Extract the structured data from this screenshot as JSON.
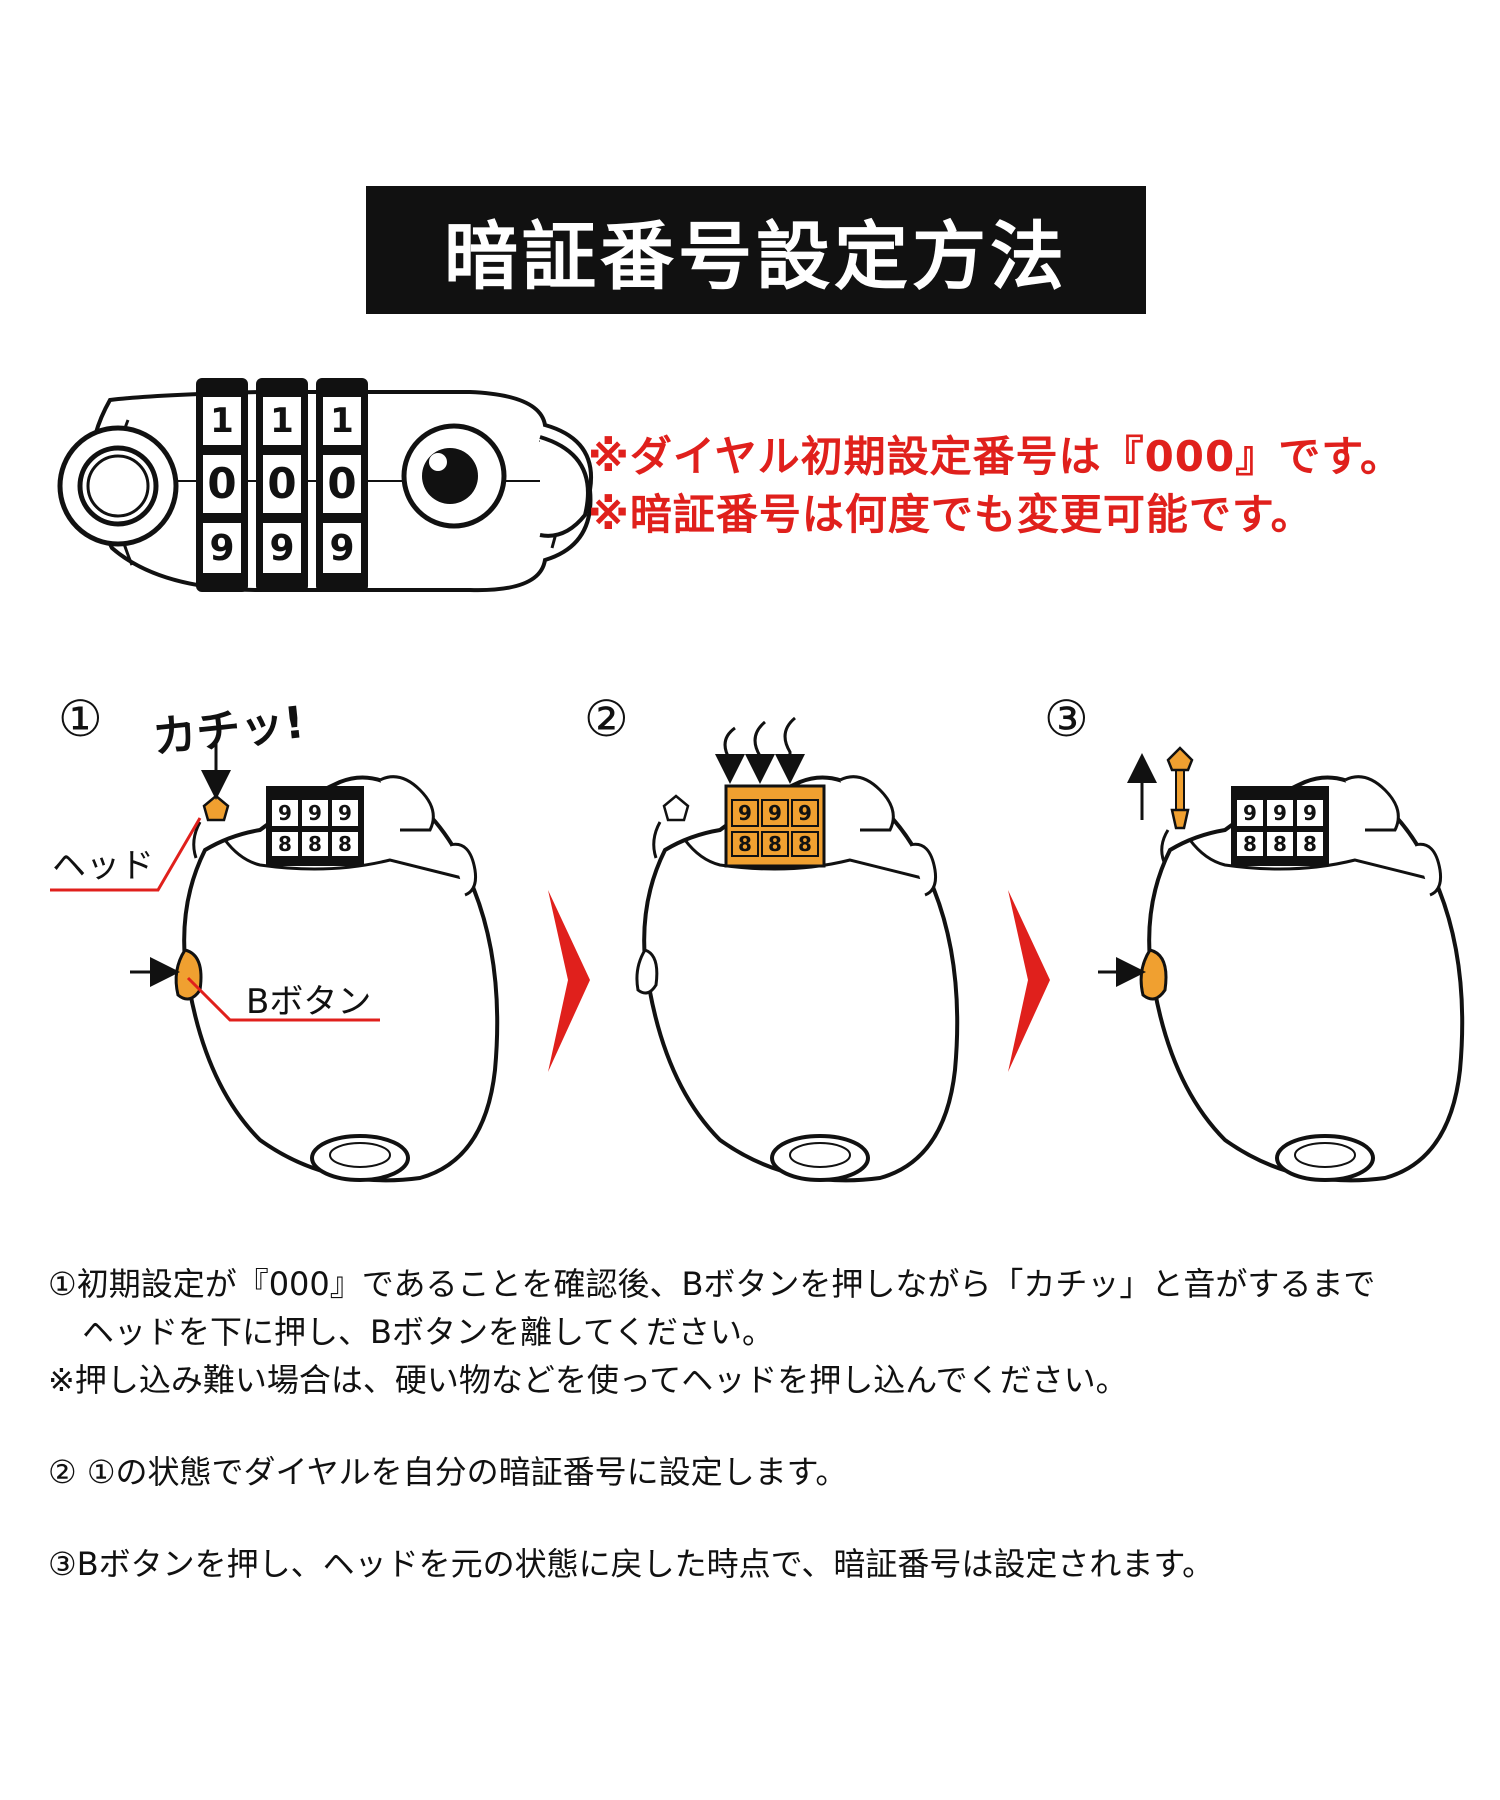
{
  "title": "暗証番号設定方法",
  "notes": [
    "※ダイヤル初期設定番号は『000』です。",
    "※暗証番号は何度でも変更可能です。"
  ],
  "steps": [
    {
      "number": "①"
    },
    {
      "number": "②"
    },
    {
      "number": "③"
    }
  ],
  "labels": {
    "click_sound": "カチッ!",
    "head": "ヘッド",
    "b_button": "Bボタン"
  },
  "dial_digits": {
    "top": "1",
    "middle": "0",
    "bottom": "9",
    "step_rows": [
      "9",
      "8"
    ]
  },
  "instructions": [
    "①初期設定が『000』であることを確認後、Bボタンを押しながら「カチッ」と音がするまで",
    "ヘッドを下に押し、Bボタンを離してください。",
    "※押し込み難い場合は、硬い物などを使ってヘッドを押し込んでください。",
    "② ①の状態でダイヤルを自分の暗証番号に設定します。",
    "③Bボタンを押し、ヘッドを元の状態に戻した時点で、暗証番号は設定されます。"
  ],
  "colors": {
    "accent_red": "#e0201c",
    "orange": "#f0a030",
    "black": "#111111"
  }
}
